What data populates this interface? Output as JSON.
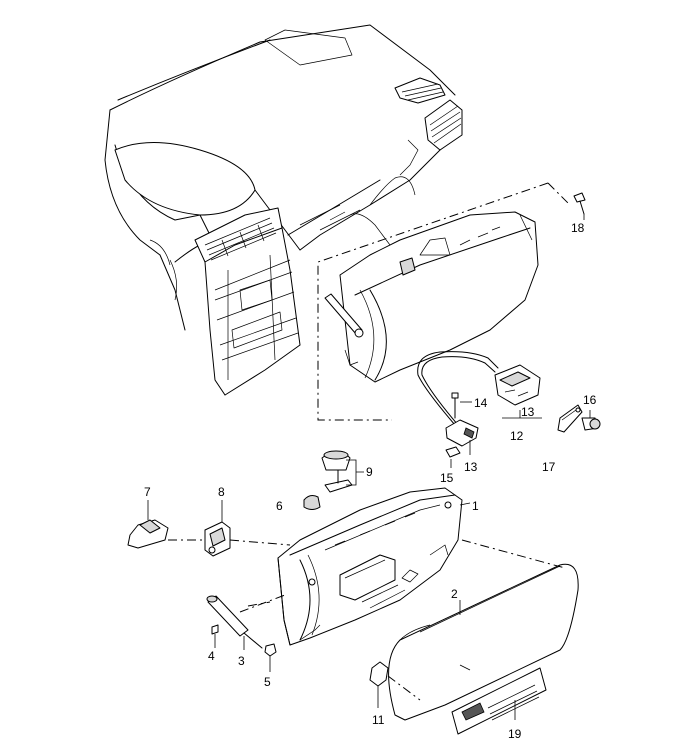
{
  "callouts": {
    "c1": "1",
    "c2": "2",
    "c3": "3",
    "c4": "4",
    "c5": "5",
    "c6": "6",
    "c7": "7",
    "c8": "8",
    "c9": "9",
    "c11": "11",
    "c12": "12",
    "c13a": "13",
    "c13b": "13",
    "c14": "14",
    "c15": "15",
    "c16": "16",
    "c17": "17",
    "c18": "18",
    "c19": "19"
  }
}
